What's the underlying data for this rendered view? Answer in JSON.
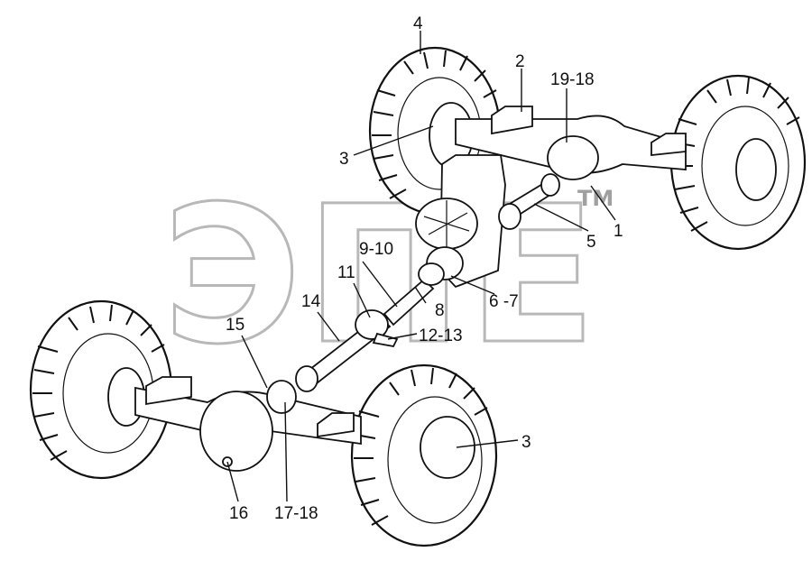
{
  "watermark": {
    "text": "ЭПЕ",
    "mark": "TM"
  },
  "callouts": {
    "c1": "1",
    "c2": "2",
    "c3_upper": "3",
    "c3_lower": "3",
    "c4": "4",
    "c5": "5",
    "c6_7": "6 -7",
    "c8": "8",
    "c9_10": "9-10",
    "c11": "11",
    "c12_13": "12-13",
    "c14": "14",
    "c15": "15",
    "c16": "16",
    "c17_18": "17-18",
    "c19_18": "19-18"
  },
  "colors": {
    "ink": "#111111",
    "watermark": "#b8b8b8",
    "background": "#ffffff"
  }
}
